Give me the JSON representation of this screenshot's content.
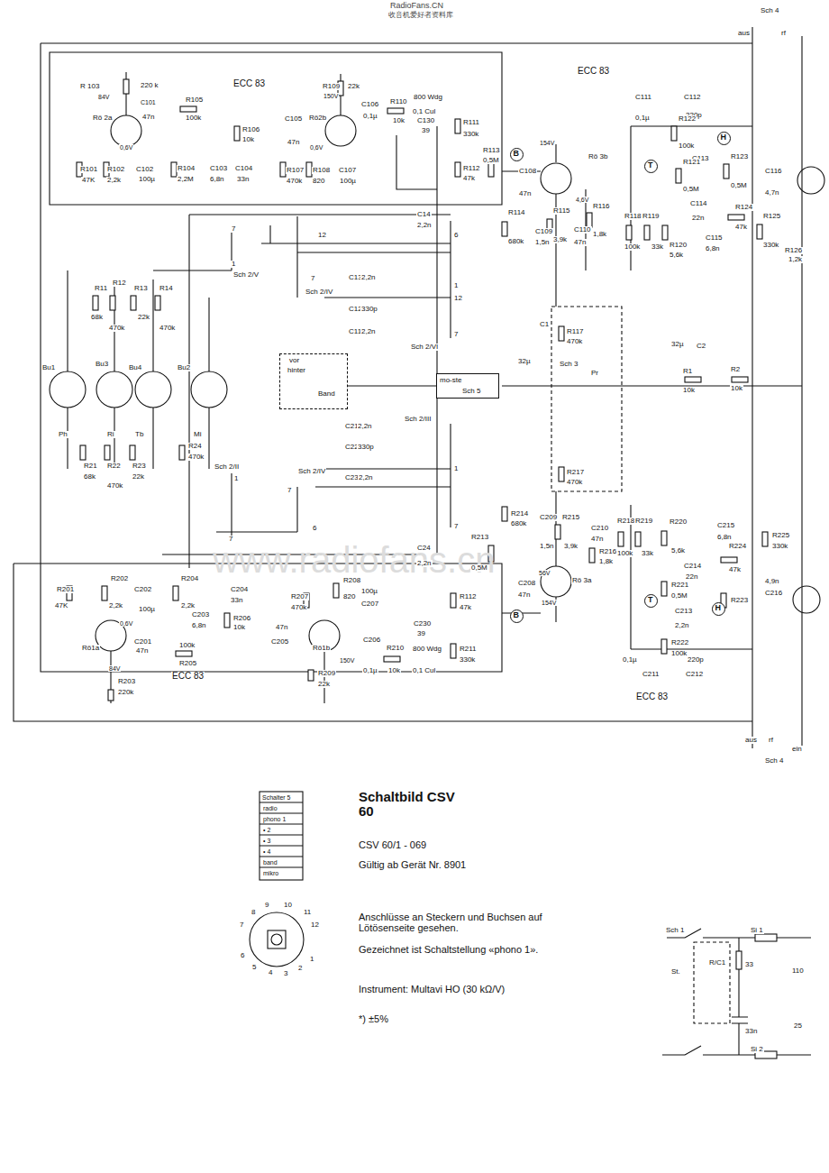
{
  "diagram": {
    "title": "Schaltbild CSV 60",
    "nodes": [
      {
        "text": [
          "B"
        ]
      },
      {
        "text": [
          "T"
        ]
      },
      {
        "text": [
          "H"
        ]
      },
      {
        "text": [
          "T"
        ]
      },
      {
        "text": [
          "H"
        ]
      },
      {
        "text": [
          "B"
        ]
      },
      {
        "text": [
          "vor",
          "hinter",
          "Band"
        ]
      },
      {
        "text": [
          "mo-ste",
          "Sch 5"
        ]
      }
    ],
    "labels": [
      "RadioFans.CN",
      "收音机爱好者资料库",
      "www.radiofans.cn",
      "R 103",
      "220 k",
      "84V",
      "ECC 83",
      "C101",
      "47n",
      "R105",
      "100k",
      "Rö 2a",
      "0,6V",
      "R106",
      "10k",
      "R101",
      "47K",
      "R102",
      "2,2k",
      "C102",
      "100µ",
      "R104",
      "2,2M",
      "C103",
      "6,8n",
      "C104",
      "33n",
      "R109",
      "22k",
      "150V",
      "C105",
      "47n",
      "Rö2b",
      "C106",
      "0,1µ",
      "R110",
      "10k",
      "800 Wdg",
      "0,1 Cul",
      "C130",
      "39",
      "R111",
      "330k",
      "R107",
      "470k",
      "R108",
      "820",
      "C107",
      "100µ",
      "0,6V",
      "R112",
      "47k",
      "R113",
      "0,5M",
      "ECC 83",
      "C108",
      "47n",
      "154V",
      "Rö 3b",
      "4,6V",
      "C111",
      "0,1µ",
      "C112",
      "220p",
      "R122",
      "100k",
      "C113",
      "R121",
      "0,5M",
      "C114",
      "22n",
      "R120",
      "5,6k",
      "C115",
      "6,8n",
      "R123",
      "0,5M",
      "R124",
      "47k",
      "C116",
      "4,7n",
      "R125",
      "330k",
      "R126",
      "1,2k",
      "R114",
      "680k",
      "C109",
      "1,5n",
      "R115",
      "3,9k",
      "C110",
      "47n",
      "R116",
      "1,8k",
      "R118",
      "R119",
      "33k",
      "100k",
      "C14",
      "2,2n",
      "7",
      "12",
      "1",
      "Sch 2/V",
      "7",
      "Sch 2/IV",
      "C13",
      "2,2n",
      "C12",
      "330p",
      "C11",
      "2,2n",
      "6",
      "1",
      "12",
      "7",
      "Sch 2/VI",
      "C1",
      "32µ",
      "R117",
      "470k",
      "Sch 3",
      "Pr",
      "R217",
      "470k",
      "32µ",
      "C2",
      "R1",
      "10k",
      "R2",
      "10k",
      "R11",
      "68k",
      "R12",
      "470k",
      "R13",
      "22k",
      "R14",
      "470k",
      "Bu1",
      "Bu3",
      "Bu4",
      "Bu2",
      "Ph",
      "Ri",
      "Tb",
      "Mi",
      "R21",
      "68k",
      "R22",
      "470k",
      "R23",
      "22k",
      "R24",
      "470k",
      "Sch 2/II",
      "1",
      "Sch 2/IV",
      "7",
      "6",
      "7",
      "C21",
      "2,2n",
      "C22",
      "330p",
      "C23",
      "2,2n",
      "Sch 2/III",
      "1",
      "7",
      "C24",
      "2,2n",
      "R213",
      "0,5M",
      "R214",
      "680k",
      "C208",
      "47n",
      "56V",
      "Rö 3a",
      "154V",
      "C209",
      "1,5n",
      "R215",
      "3,9k",
      "C210",
      "47n",
      "R216",
      "1,8k",
      "R218",
      "R219",
      "33k",
      "R220",
      "5,6k",
      "C215",
      "6,8n",
      "C214",
      "22n",
      "R221",
      "0,5M",
      "C213",
      "2,2n",
      "R222",
      "100k",
      "R224",
      "47k",
      "R223",
      "R225",
      "330k",
      "4,9n",
      "C216",
      "0,1µ",
      "220p",
      "C211",
      "C212",
      "ECC 83",
      "100k",
      "R201",
      "47K",
      "R202",
      "2,2k",
      "C202",
      "100µ",
      "R204",
      "2,2k",
      "C203",
      "6,8n",
      "C204",
      "33n",
      "R206",
      "10k",
      "0,6V",
      "Rö1a",
      "C201",
      "47n",
      "100k",
      "R205",
      "84V",
      "R203",
      "220k",
      "ECC 83",
      "R207",
      "470k",
      "R208",
      "820",
      "100µ",
      "C207",
      "47n",
      "C205",
      "Rö1b",
      "150V",
      "R209",
      "22k",
      "C206",
      "0,1µ",
      "R210",
      "10k",
      "800 Wdg",
      "0,1 Cul",
      "C230",
      "39",
      "R211",
      "330k",
      "R112",
      "47k",
      "Sch 4",
      "aus",
      "rf",
      "aus",
      "rf",
      "ein",
      "Sch 4",
      "Schalter 5",
      "radio",
      "phono 1",
      "• 2",
      "• 3",
      "• 4",
      "band",
      "mikro",
      "CSV 60/1 - 069",
      "Gültig ab Gerät Nr. 8901",
      "Anschlüsse an Steckern und Buchsen auf Lötösenseite gesehen.",
      "Gezeichnet ist Schaltstellung «phono 1».",
      "Instrument: Multavi HO (30 kΩ/V)",
      "*) ±5%",
      "9",
      "10",
      "8",
      "11",
      "7",
      "12",
      "6",
      "5",
      "4",
      "3",
      "2",
      "1",
      "Sch 1",
      "Si 1",
      "R/C1",
      "33",
      "St.",
      "33n",
      "110",
      "25",
      "Si 2"
    ]
  }
}
